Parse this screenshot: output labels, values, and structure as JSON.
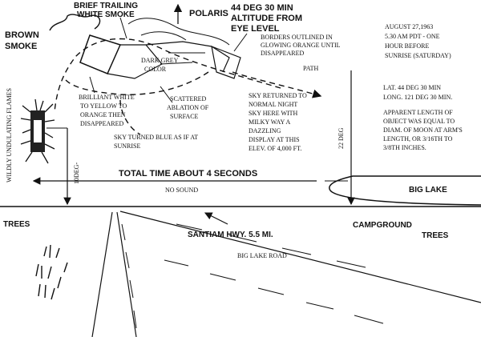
{
  "labels": {
    "brief_trailing_1": "BRIEF TRAILING",
    "brief_trailing_2": "WHITE SMOKE",
    "brown_smoke_1": "BROWN",
    "brown_smoke_2": "SMOKE",
    "polaris": "POLARIS",
    "altitude_1": "44 DEG 30 MIN",
    "altitude_2": "ALTITUDE FROM",
    "altitude_3": "EYE LEVEL",
    "borders_1": "BORDERS OUTLINED IN",
    "borders_2": "GLOWING ORANGE UNTIL",
    "borders_3": "DISAPPEARED",
    "date_1": "AUGUST 27,1963",
    "date_2": "5.30 AM PDT - ONE",
    "date_3": "HOUR BEFORE",
    "date_4": "SUNRISE (SATURDAY)",
    "dark_grey_1": "DARK GREY",
    "dark_grey_2": "COLOR",
    "path": "PATH",
    "brilliant_1": "BRILLIANT WHITE",
    "brilliant_2": "TO YELLOW TO",
    "brilliant_3": "ORANGE THEN",
    "brilliant_4": "DISAPPEARED",
    "scattered_1": "SCATTERED",
    "scattered_2": "ABLATION OF",
    "scattered_3": "SURFACE",
    "sky_returned_1": "SKY RETURNED TO",
    "sky_returned_2": "NORMAL NIGHT",
    "sky_returned_3": "SKY HERE WITH",
    "sky_returned_4": "MILKY WAY A",
    "sky_returned_5": "DAZZLING",
    "sky_returned_6": "DISPLAY AT THIS",
    "sky_returned_7": "ELEV. OF 4,000 FT.",
    "lat": "LAT. 44 DEG 30 MIN",
    "long": "LONG. 121 DEG 30 MIN.",
    "apparent_1": "APPARENT LENGTH OF",
    "apparent_2": "OBJECT WAS EQUAL TO",
    "apparent_3": "DIAM. OF MOON AT ARM'S",
    "apparent_4": "LENGTH, OR 3/16TH TO",
    "apparent_5": "3/8TH INCHES.",
    "wildly": "WILDLY UNDULATING FLAMES",
    "sky_blue_1": "SKY TURNED BLUE AS IF AT",
    "sky_blue_2": "SUNRISE",
    "deg22": "22 DEG",
    "deg10": "10DEG-",
    "total_time": "TOTAL TIME ABOUT 4 SECONDS",
    "no_sound": "NO SOUND",
    "big_lake": "BIG LAKE",
    "trees_left": "TREES",
    "santiam": "SANTIAM HWY. 5.5 MI.",
    "campground": "CAMPGROUND",
    "trees_right": "TREES",
    "big_lake_road": "BIG LAKE ROAD"
  }
}
